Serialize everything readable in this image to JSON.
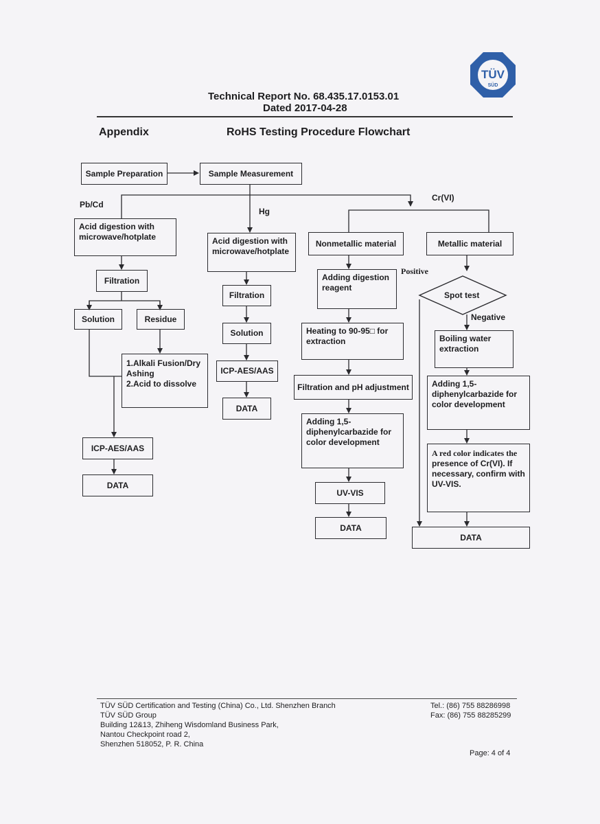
{
  "header": {
    "report_no": "Technical Report No. 68.435.17.0153.01",
    "dated": "Dated 2017-04-28",
    "logo_text": "TÜV",
    "logo_sub": "SÜD"
  },
  "section": {
    "appendix": "Appendix",
    "title": "RoHS Testing Procedure Flowchart"
  },
  "flow": {
    "sample_prep": "Sample Preparation",
    "sample_meas": "Sample Measurement",
    "label_pbcd": "Pb/Cd",
    "label_hg": "Hg",
    "label_crvi": "Cr(VI)",
    "label_positive": "Positive",
    "label_negative": "Negative",
    "pbcd": {
      "acid": "Acid digestion with\nmicrowave/hotplate",
      "filtration": "Filtration",
      "solution": "Solution",
      "residue": "Residue",
      "fusion": "1.Alkali Fusion/Dry\nAshing\n2.Acid to dissolve",
      "icp": "ICP-AES/AAS",
      "data": "DATA"
    },
    "hg": {
      "acid": "Acid digestion with\nmicrowave/hotplate",
      "filtration": "Filtration",
      "solution": "Solution",
      "icp": "ICP-AES/AAS",
      "data": "DATA"
    },
    "nonmetal": {
      "title": "Nonmetallic material",
      "reagent": "Adding digestion\nreagent",
      "heating": "Heating to 90-95□ for\nextraction",
      "filtration": "Filtration and pH adjustment",
      "diphenyl": "Adding 1,5-\ndiphenylcarbazide for\ncolor development",
      "uvvis": "UV-VIS",
      "data": "DATA"
    },
    "metal": {
      "title": "Metallic material",
      "spot": "Spot test",
      "boiling": "Boiling water\nextraction",
      "diphenyl": "Adding 1,5-\ndiphenylcarbazide for\ncolor development",
      "red_note_1": "A red color indicates the",
      "red_note_2": "presence of Cr(VI). If\nnecessary, confirm with\nUV-VIS.",
      "data": "DATA"
    }
  },
  "footer": {
    "line1": "TÜV SÜD Certification and Testing (China) Co., Ltd. Shenzhen Branch",
    "line2": "TÜV SÜD Group",
    "line3": "Building 12&13,  Zhiheng Wisdomland Business Park,",
    "line4": "Nantou Checkpoint road  2,",
    "line5": "Shenzhen 518052,  P. R. China",
    "tel": "Tel.: (86) 755 88286998",
    "fax": "Fax: (86) 755 88285299",
    "page": "Page: 4 of  4"
  },
  "colors": {
    "paper": "#f5f4f7",
    "ink": "#1d1d1f",
    "logo_blue": "#2f5fa8"
  }
}
